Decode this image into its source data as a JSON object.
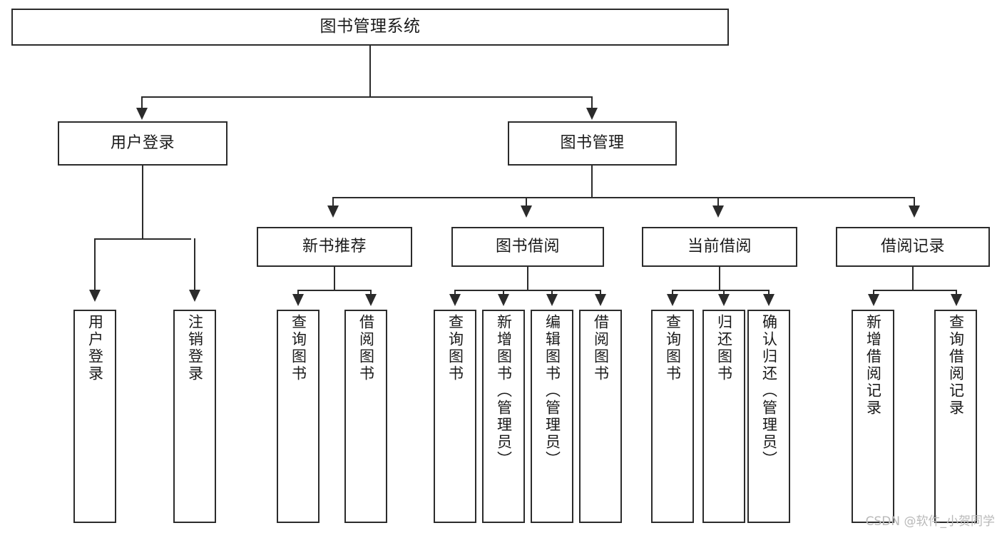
{
  "diagram": {
    "title": "图书管理系统",
    "type": "tree",
    "root": {
      "label": "图书管理系统"
    },
    "level2": [
      {
        "label": "用户登录"
      },
      {
        "label": "图书管理"
      }
    ],
    "level3": [
      {
        "label": "新书推荐"
      },
      {
        "label": "图书借阅"
      },
      {
        "label": "当前借阅"
      },
      {
        "label": "借阅记录"
      }
    ],
    "leaves": {
      "user_login": [
        {
          "label": "用户登录"
        },
        {
          "label": "注销登录"
        }
      ],
      "new_book_recommend": [
        {
          "label": "查询图书"
        },
        {
          "label": "借阅图书"
        }
      ],
      "book_borrow": [
        {
          "label": "查询图书"
        },
        {
          "label": "新增图书（管理员）"
        },
        {
          "label": "编辑图书（管理员）"
        },
        {
          "label": "借阅图书"
        }
      ],
      "current_borrow": [
        {
          "label": "查询图书"
        },
        {
          "label": "归还图书"
        },
        {
          "label": "确认归还（管理员）"
        }
      ],
      "borrow_records": [
        {
          "label": "新增借阅记录"
        },
        {
          "label": "查询借阅记录"
        }
      ]
    }
  },
  "watermark": {
    "text": "CSDN @软件_小贺同学"
  },
  "colors": {
    "box_border": "#2b2b2b",
    "box_fill": "#ffffff",
    "connector": "#2b2b2b",
    "text": "#1a1a1a",
    "watermark": "#b9b9b9",
    "background": "#ffffff"
  }
}
